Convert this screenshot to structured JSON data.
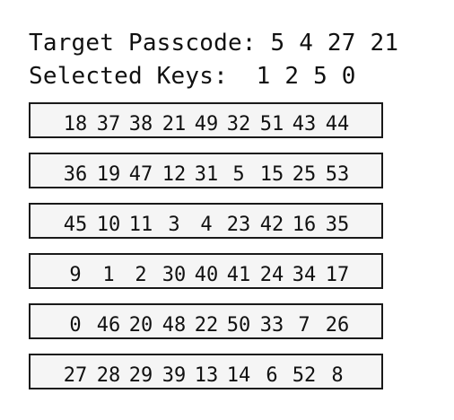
{
  "header": {
    "target_label": "Target Passcode:",
    "target_code": "5 4 27 21",
    "selected_label": "Selected Keys:",
    "selected_keys": "1 2 5 0"
  },
  "keypad": {
    "rows": [
      [
        "18",
        "37",
        "38",
        "21",
        "49",
        "32",
        "51",
        "43",
        "44"
      ],
      [
        "36",
        "19",
        "47",
        "12",
        "31",
        "5",
        "15",
        "25",
        "53"
      ],
      [
        "45",
        "10",
        "11",
        "3",
        "4",
        "23",
        "42",
        "16",
        "35"
      ],
      [
        "9",
        "1",
        "2",
        "30",
        "40",
        "41",
        "24",
        "34",
        "17"
      ],
      [
        "0",
        "46",
        "20",
        "48",
        "22",
        "50",
        "33",
        "7",
        "26"
      ],
      [
        "27",
        "28",
        "29",
        "39",
        "13",
        "14",
        "6",
        "52",
        "8"
      ]
    ]
  }
}
